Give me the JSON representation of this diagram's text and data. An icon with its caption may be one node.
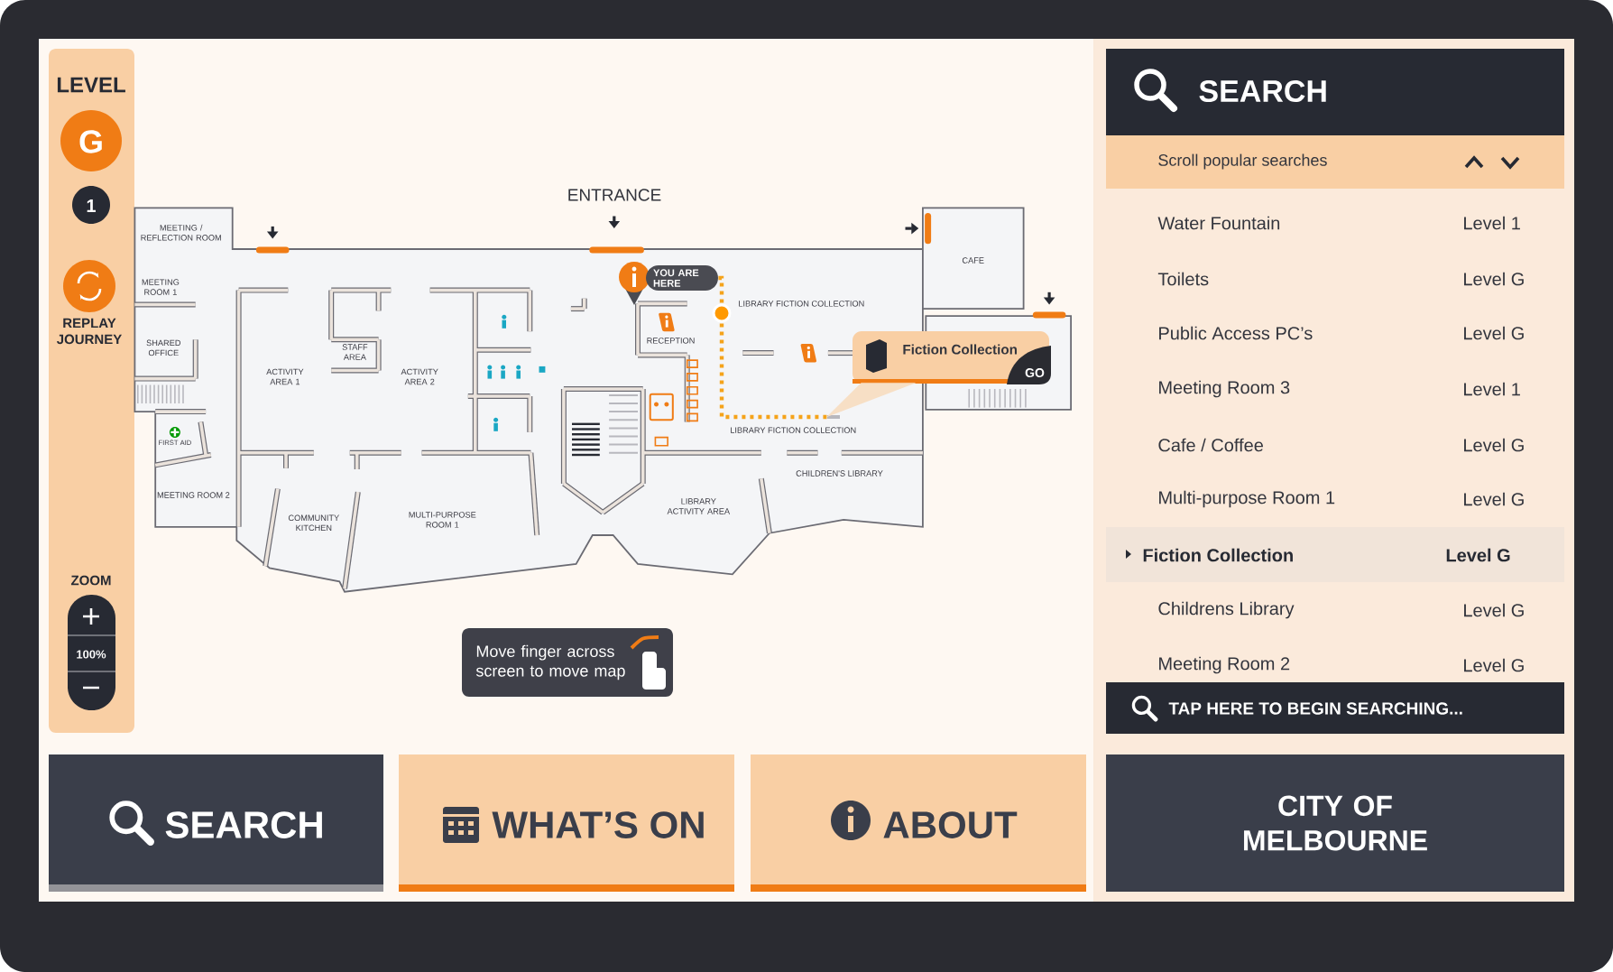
{
  "diagram": {
    "nodes": [
      {
        "text": [
          "YOU ARE HERE"
        ]
      },
      {
        "text": [],
        "shape": "bar"
      },
      {
        "text": [
          "Fiction Collection",
          "GO"
        ]
      }
    ],
    "edges": [
      {
        "from": 0,
        "to": 1,
        "arrow": "none",
        "style": "dashed",
        "color": "#f5a31a"
      },
      {
        "from": 2,
        "to": 1,
        "arrow": "none",
        "color": "#f7dfc5"
      }
    ],
    "labels": [
      "LEVEL",
      "G",
      "1",
      "REPLAY JOURNEY",
      "ZOOM",
      "100%",
      "ENTRANCE",
      "MEETING / REFLECTION ROOM",
      "MEETING ROOM 1",
      "SHARED OFFICE",
      "FIRST AID",
      "MEETING ROOM 2",
      "ACTIVITY AREA 1",
      "STAFF AREA",
      "ACTIVITY AREA 2",
      "COMMUNITY KITCHEN",
      "MULTI-PURPOSE ROOM 1",
      "RECEPTION",
      "LIBRARY FICTION COLLECTION",
      "CAFE",
      "LIBRARY FICTION COLLECTION",
      "CHILDREN'S LIBRARY",
      "LIBRARY ACTIVITY AREA",
      "Move finger across screen to move map",
      "SEARCH",
      "Scroll popular searches",
      "Water Fountain",
      "Level 1",
      "Toilets",
      "Level G",
      "Public Access PC’s",
      "Level G",
      "Meeting Room 3",
      "Level 1",
      "Cafe / Coffee",
      "Level G",
      "Multi-purpose Room 1",
      "Level G",
      "Fiction Collection",
      "Level G",
      "Childrens Library",
      "Level G",
      "Meeting Room 2",
      "Level G",
      "TAP HERE TO BEGIN SEARCHING...",
      "SEARCH",
      "WHAT’S ON",
      "ABOUT",
      "CITY OF MELBOURNE"
    ]
  }
}
